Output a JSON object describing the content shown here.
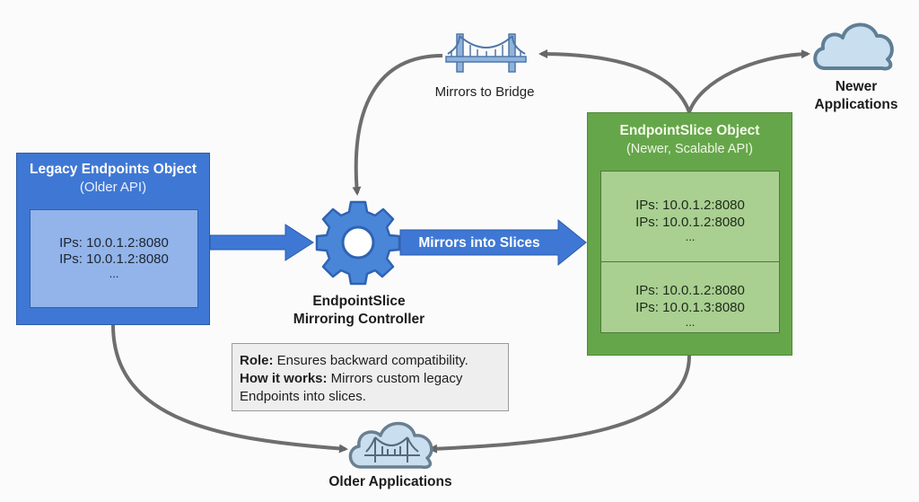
{
  "legacy_object": {
    "title": "Legacy Endpoints Object",
    "subtitle": "(Older API)",
    "entries": [
      "IPs: 10.0.1.2:8080",
      "IPs: 10.0.1.2:8080"
    ],
    "more": "..."
  },
  "controller": {
    "icon": "gear-icon",
    "label_line1": "EndpointSlice",
    "label_line2": "Mirroring Controller"
  },
  "arrows": {
    "mirrors_into_slices": "Mirrors into Slices"
  },
  "bridge": {
    "icon": "bridge-icon",
    "label": "Mirrors to Bridge"
  },
  "slice_object": {
    "title": "EndpointSlice Object",
    "subtitle": "(Newer, Scalable API)",
    "slices": [
      {
        "entries": [
          "IPs: 10.0.1.2:8080",
          "IPs: 10.0.1.2:8080"
        ],
        "more": "..."
      },
      {
        "entries": [
          "IPs: 10.0.1.2:8080",
          "IPs: 10.0.1.3:8080"
        ],
        "more": "..."
      }
    ]
  },
  "newer_apps": {
    "icon": "cloud-icon",
    "label_line1": "Newer",
    "label_line2": "Applications"
  },
  "older_apps": {
    "icon": "cloud-bridge-icon",
    "label": "Older Applications"
  },
  "note": {
    "role_label": "Role:",
    "role_text": " Ensures backward compatibility.",
    "how_label": "How it works:",
    "how_text": " Mirrors custom legacy Endpoints into slices."
  },
  "colors": {
    "legacy_blue": "#3f78d4",
    "legacy_inner": "#92b4ea",
    "slice_green": "#66a64b",
    "slice_inner": "#a9cf91",
    "gear_blue": "#4a86d8",
    "connector_gray": "#6e6e6e",
    "cloud_fill": "#c9deee"
  }
}
